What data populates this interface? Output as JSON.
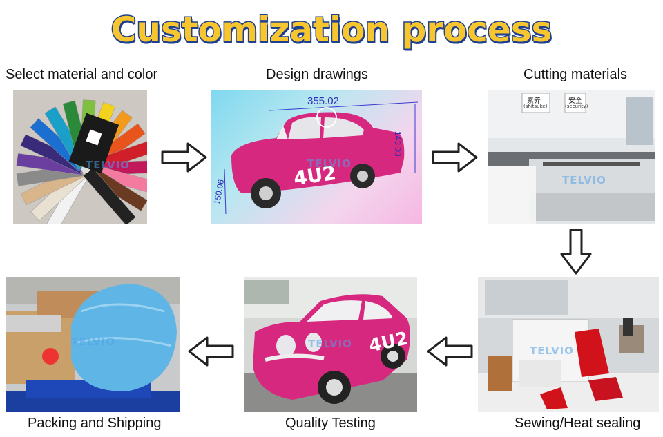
{
  "title": "Customization process",
  "steps": [
    {
      "label": "Select material and color"
    },
    {
      "label": "Design drawings"
    },
    {
      "label": "Cutting materials"
    },
    {
      "label": "Sewing/Heat sealing"
    },
    {
      "label": "Quality Testing"
    },
    {
      "label": "Packing and Shipping"
    }
  ],
  "design": {
    "dim_top": "355.02",
    "dim_right": "143.03",
    "dim_left": "150.06",
    "plate": "4U2"
  },
  "quality": {
    "plate": "4U2"
  },
  "cutting": {
    "sign1": "素养",
    "sign1_sub": "(shitsuke)",
    "sign2": "安全",
    "sign2_sub": "(security)"
  },
  "watermark": "TELVIO",
  "colors": {
    "title_fill": "#f7c62f",
    "title_stroke": "#1f3f8f",
    "car_pink": "#d6287e"
  }
}
